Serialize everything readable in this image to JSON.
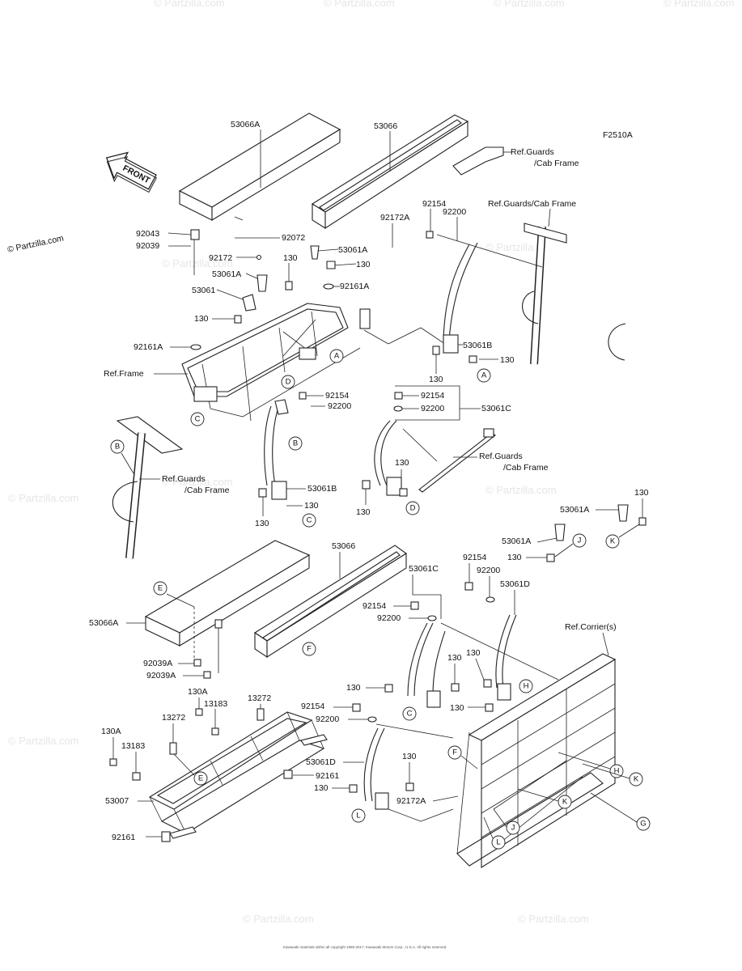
{
  "diagram": {
    "code": "F2510A",
    "front_label": "FRONT",
    "watermark": "© Partzilla.com",
    "watermark_side": "© Partzilla.com",
    "copyright": "Kawasaki materials within all copyright 1995-2017, Kawasaki Motors Corp., U.S.A. All rights reserved.",
    "ref_guards": "Ref.Guards",
    "ref_cab_frame": "/Cab Frame",
    "ref_guards_cab": "Ref.Guards/Cab Frame",
    "ref_frame": "Ref.Frame",
    "ref_corrier": "Ref.Corrier(s)",
    "parts": {
      "p53066A": "53066A",
      "p53066": "53066",
      "p92043": "92043",
      "p92039": "92039",
      "p92072": "92072",
      "p92172": "92172",
      "p92172A": "92172A",
      "p92154": "92154",
      "p92200": "92200",
      "p53061A": "53061A",
      "p130": "130",
      "p53061": "53061",
      "p92161A": "92161A",
      "p53061B": "53061B",
      "p53061C": "53061C",
      "p53061D": "53061D",
      "p92039A": "92039A",
      "p13272": "13272",
      "p130A": "130A",
      "p13183": "13183",
      "p53007": "53007",
      "p92161": "92161"
    },
    "callouts": {
      "A": "A",
      "B": "B",
      "C": "C",
      "D": "D",
      "E": "E",
      "F": "F",
      "G": "G",
      "H": "H",
      "J": "J",
      "K": "K",
      "L": "L"
    }
  }
}
